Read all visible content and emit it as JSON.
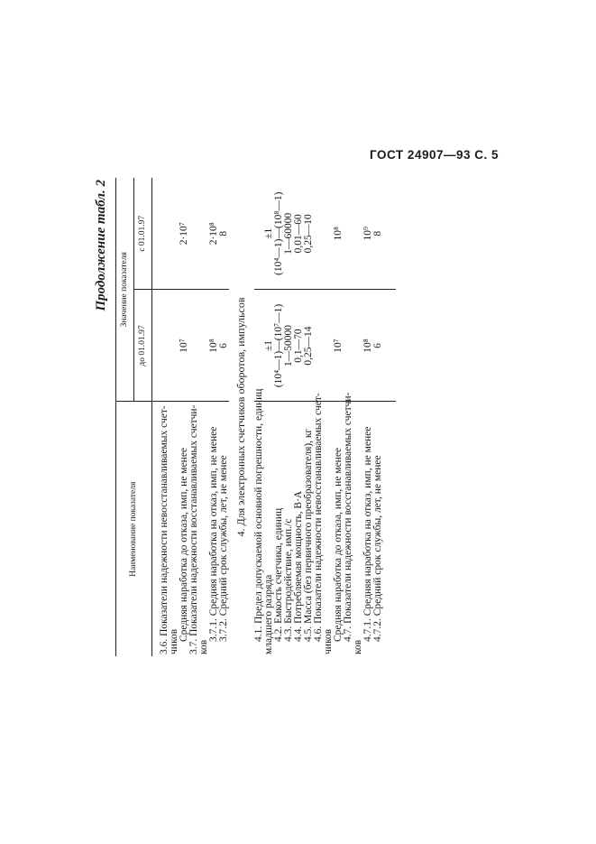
{
  "header": "ГОСТ 24907—93 С. 5",
  "caption": "Продолжение табл. 2",
  "table": {
    "col_name": "Наименование показателя",
    "col_value": "Значение показателя",
    "col_before": "до 01.01.97",
    "col_after": "с 01.01.97"
  },
  "group1": {
    "lines": [
      "3.6. Показатели надежности невосстанавливаемых счет-",
      "чиков",
      "Средняя наработка до отказа, имп, не менее",
      "3.7. Показатели надежности восстанавливаемых счетчи-",
      "ков",
      "3.7.1. Средняя наработка на отказ, имп, не менее",
      "3.7.2. Средний срок службы, лет, не менее"
    ],
    "before": [
      "",
      "",
      "10⁷",
      "",
      "",
      "10⁸",
      "6"
    ],
    "after": [
      "",
      "",
      "2·10⁷",
      "",
      "",
      "2·10⁸",
      "8"
    ]
  },
  "section4": [
    "4. Для электронных счетчиков оборотов, импульсов"
  ],
  "group2": {
    "lines": [
      "4.1. Предел допускаемой основной погрешности, единиц",
      "младшего разряда",
      "4.2. Емкость счетчика, единиц",
      "4.3. Быстродействие, имп./с",
      "4.4. Потребляемая мощность, В·А",
      "4.5. Масса (без первичного преобразователя), кг",
      "4.6. Показатели надежности невосстанавливаемых счет-",
      "чиков",
      "Средняя наработка до отказа, имп, не менее",
      "4.7. Показатели надежности восстанавливаемых счетчи-",
      "ков",
      "4.7.1. Средняя наработка на отказ, имп, не менее",
      "4.7.2. Средний срок службы, лет, не менее"
    ],
    "before": [
      "",
      "±1",
      "(10⁴—1)—(10⁷—1)",
      "1—50000",
      "0,1—70",
      "0,25—14",
      "",
      "",
      "10⁷",
      "",
      "",
      "10⁸",
      "6"
    ],
    "after": [
      "",
      "±1",
      "(10⁴—1)—(10⁸—1)",
      "1—60000",
      "0,01—60",
      "0,25—10",
      "",
      "",
      "10⁸",
      "",
      "",
      "10⁹",
      "8"
    ]
  }
}
